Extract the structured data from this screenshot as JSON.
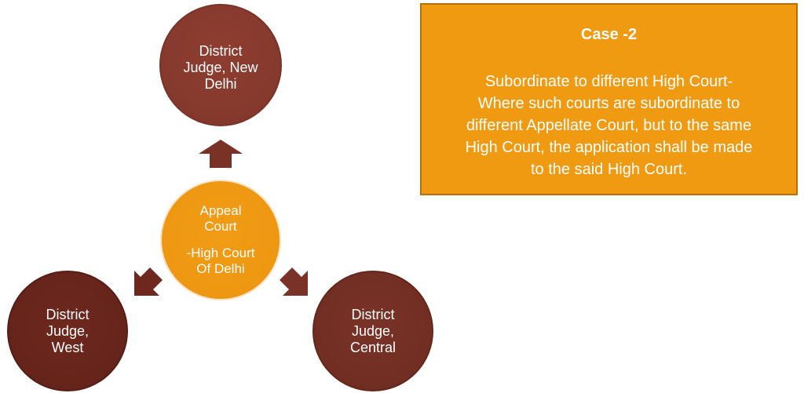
{
  "colors": {
    "top_node": "#85392d",
    "center_node": "#ee9712",
    "left_node": "#65241b",
    "right_node": "#712e23",
    "arrow": "#7a3226",
    "case_box": "#ef9a10",
    "text": "#ffffff"
  },
  "diagram": {
    "top_node": {
      "lines": [
        "District",
        "Judge, New",
        "Delhi"
      ]
    },
    "center_node": {
      "lines": [
        "Appeal",
        "Court",
        "-High Court",
        "Of Delhi"
      ]
    },
    "left_node": {
      "lines": [
        "District",
        "Judge,",
        "West"
      ]
    },
    "right_node": {
      "lines": [
        "District",
        "Judge,",
        "Central"
      ]
    }
  },
  "case_box": {
    "title": "Case -2",
    "body": "Subordinate to different  High Court-\nWhere such courts are subordinate to\ndifferent Appellate Court, but to the same\nHigh Court, the application shall be made\nto the said High Court."
  }
}
